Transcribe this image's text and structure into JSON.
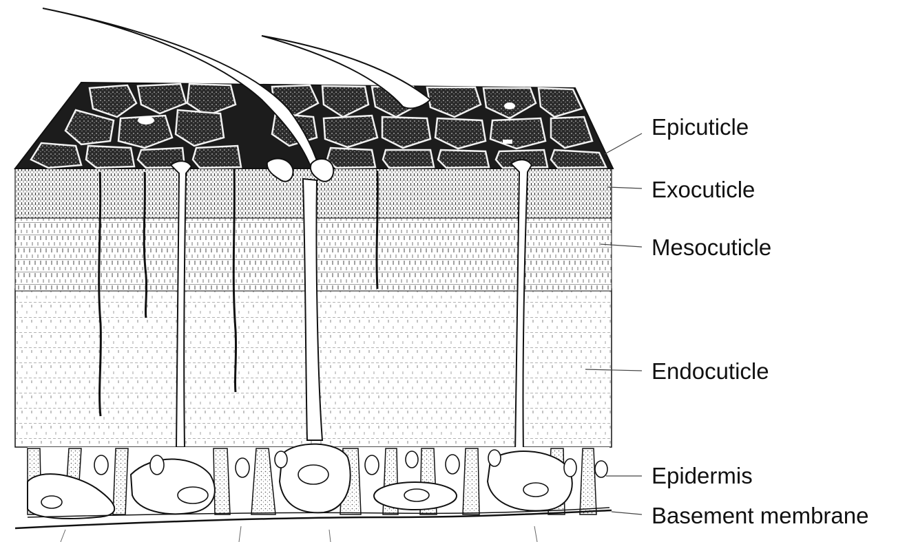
{
  "diagram": {
    "labels": {
      "epicuticle": "Epicuticle",
      "exocuticle": "Exocuticle",
      "mesocuticle": "Mesocuticle",
      "endocuticle": "Endocuticle",
      "epidermis": "Epidermis",
      "basement_membrane": "Basement membrane"
    },
    "colors": {
      "ink": "#111111",
      "paper": "#ffffff",
      "epicuticle_cell_fill": "#2a2a2a",
      "stipple": "#555555"
    }
  }
}
